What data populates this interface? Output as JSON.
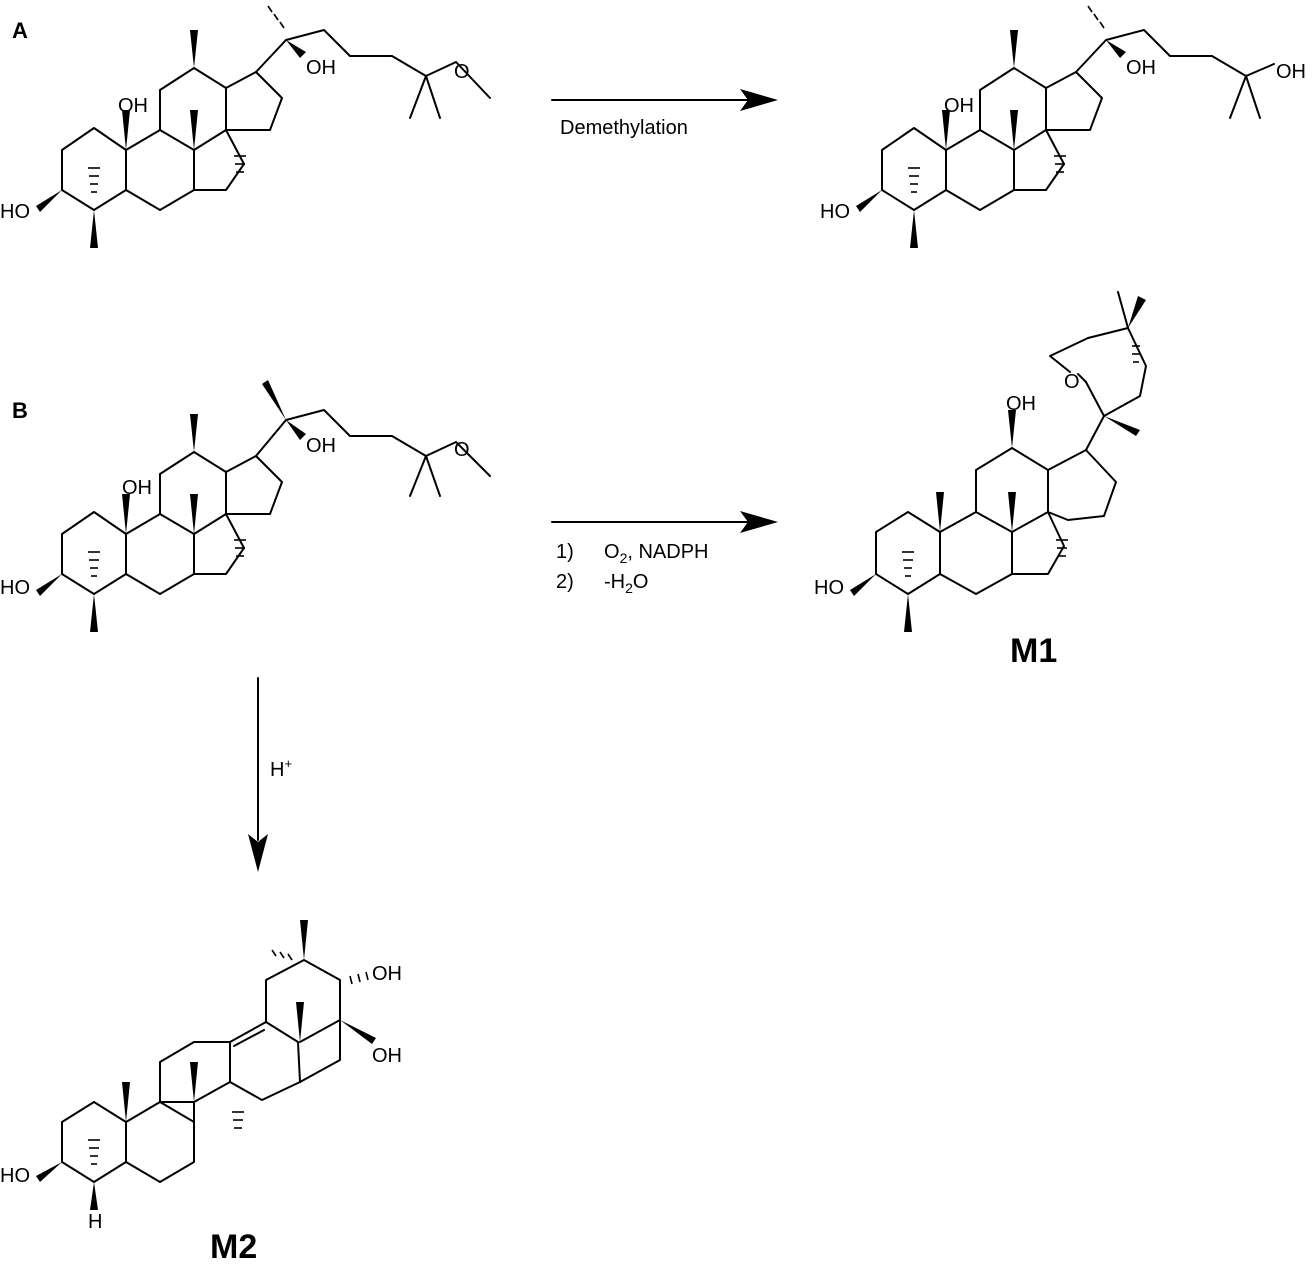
{
  "panels": {
    "a": "A",
    "b": "B"
  },
  "atoms": {
    "hydroxyl": "OH",
    "hydroxyl_left": "HO",
    "oxygen": "O",
    "hydrogen": "H"
  },
  "reactions": {
    "demethylation": "Demethylation",
    "step1_label": "1)",
    "step1_reagent": "O",
    "step1_sub": "2",
    "step1_tail": ", NADPH",
    "step2_label": "2)",
    "step2_head": "-H",
    "step2_sub": "2",
    "step2_tail": "O",
    "acid": "H",
    "acid_sup": "+"
  },
  "products": {
    "m1": "M1",
    "m2": "M2"
  }
}
